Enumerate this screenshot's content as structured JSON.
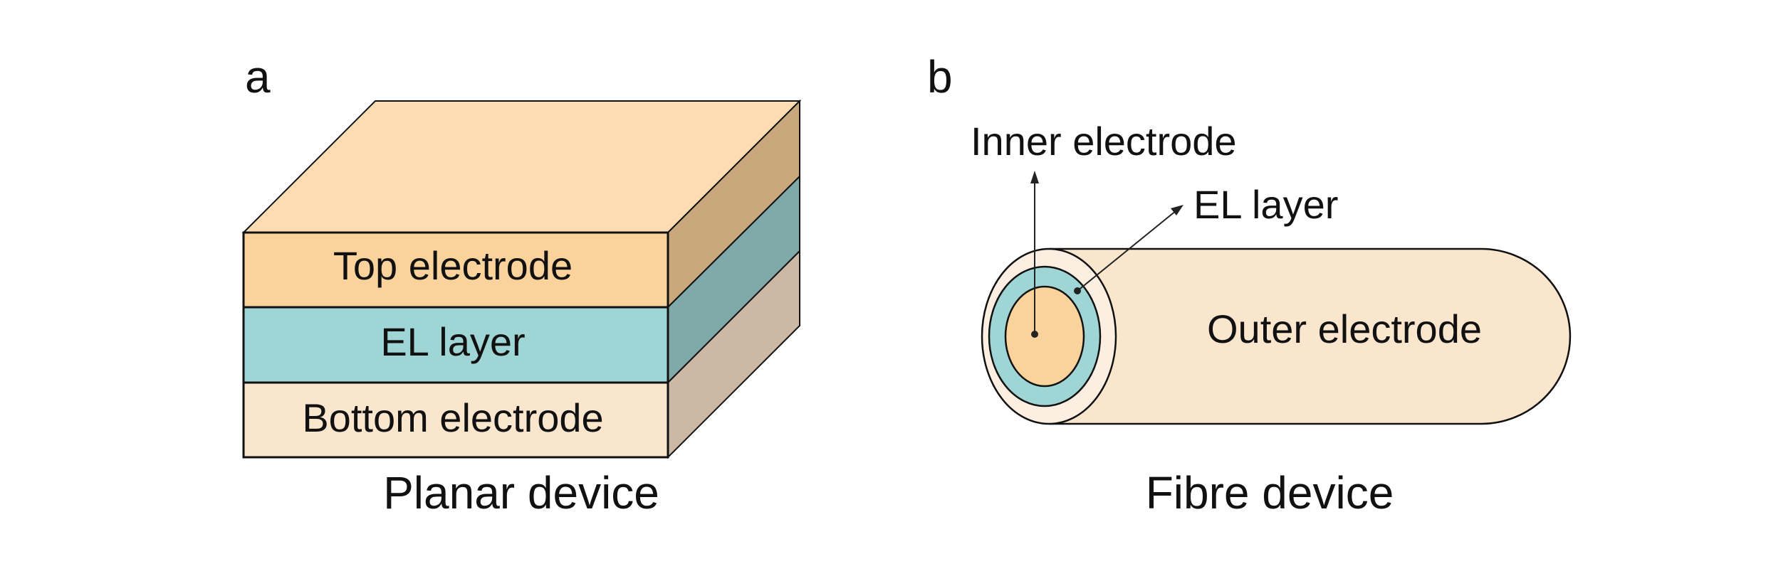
{
  "panels": {
    "a": {
      "letter": "a",
      "caption": "Planar device",
      "layers": {
        "top": "Top electrode",
        "middle": "EL layer",
        "bottom": "Bottom electrode"
      }
    },
    "b": {
      "letter": "b",
      "caption": "Fibre device",
      "labels": {
        "inner": "Inner electrode",
        "el": "EL layer",
        "outer": "Outer electrode"
      }
    }
  },
  "colors": {
    "top_front": "#fad29b",
    "top_face": "#fbdcb3",
    "top_side": "#c9a87e",
    "el_front": "#a0d5d5",
    "el_side": "#80aaa9",
    "bottom_front": "#fae5cd",
    "bottom_side": "#cbb9a5",
    "outer_body": "#fae5cd",
    "outer_ring": "#fcefe2",
    "stroke": "#111111"
  }
}
